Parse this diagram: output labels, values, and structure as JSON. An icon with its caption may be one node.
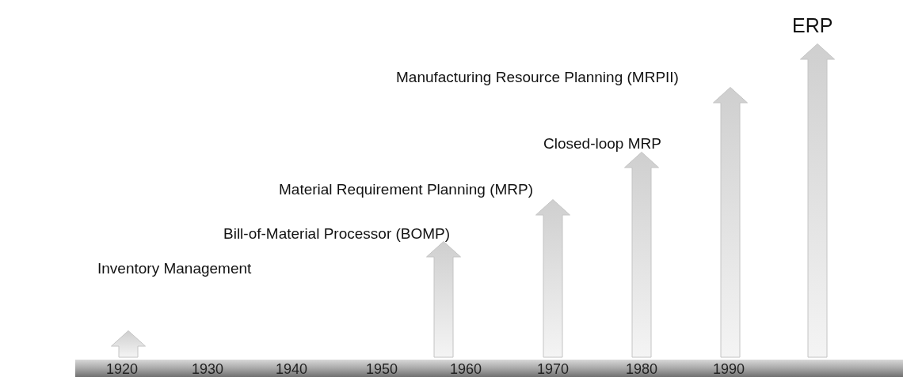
{
  "diagram": {
    "nodes": [
      {
        "text": [
          "Inventory Management"
        ]
      },
      {
        "text": [
          "Bill-of-Material Processor (BOMP)"
        ]
      },
      {
        "text": [
          "Material Requirement Planning (MRP)"
        ]
      },
      {
        "text": [
          "Closed-loop MRP"
        ]
      },
      {
        "text": [
          "Manufacturing Resource Planning (MRPII)"
        ]
      },
      {
        "text": [
          "ERP"
        ]
      }
    ],
    "labels": [
      "1920",
      "1930",
      "1940",
      "1950",
      "1960",
      "1970",
      "1980",
      "1990"
    ]
  }
}
